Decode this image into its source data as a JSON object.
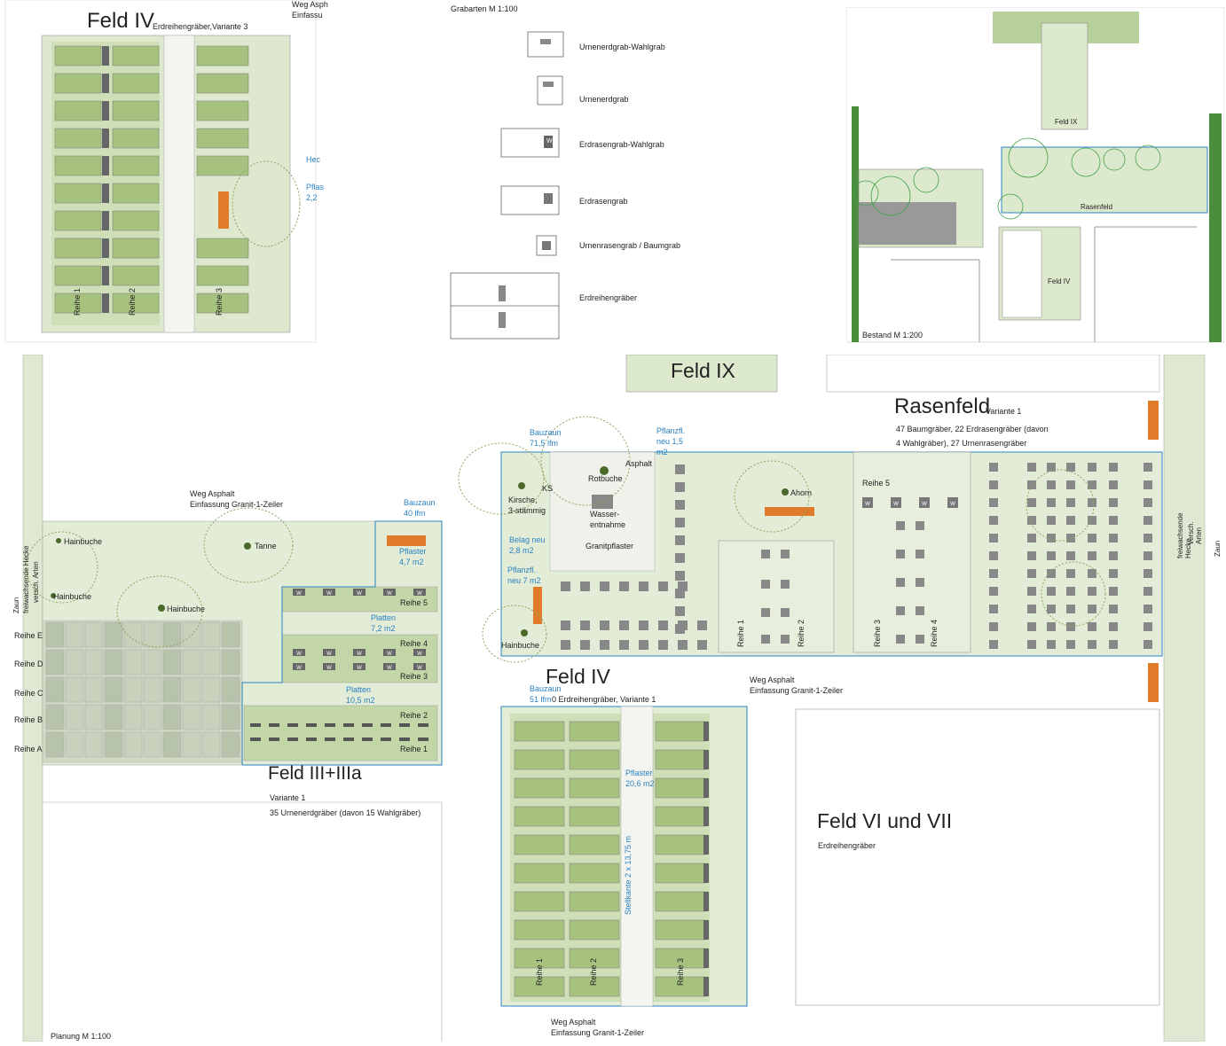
{
  "top_left": {
    "title": "Feld IV",
    "subtitle": "Erdreihengräber,Variante 3",
    "weg": "Weg Asph",
    "einfassung": "Einfassu",
    "hec": "Hec",
    "pfla": "Pflas",
    "pfla_val": "2,2",
    "rows": [
      "Reihe 1",
      "Reihe 2",
      "Reihe 3"
    ]
  },
  "top_middle": {
    "title": "Grabarten M 1:100",
    "items": [
      "Urnenerdgrab-Wahlgrab",
      "Urnenerdgrab",
      "Erdrasengrab-Wahlgrab",
      "Erdrasengrab",
      "Urnenrasengrab / Baumgrab",
      "Erdreihengräber"
    ],
    "w_mark": "W"
  },
  "top_right": {
    "feld_ix": "Feld IX",
    "rasenfeld": "Rasenfeld",
    "feld_iv": "Feld IV",
    "caption": "Bestand M 1:200"
  },
  "plan": {
    "feld_ix": "Feld IX",
    "rasenfeld": {
      "title": "Rasenfeld",
      "variante": "Variante 1",
      "desc1": "47 Baumgräber, 22 Erdrasengräber (davon",
      "desc2": "4 Wahlgräber), 27 Urnenrasengräber",
      "reihe5": "Reihe 5",
      "rows": [
        "Reihe 1",
        "Reihe 2",
        "Reihe 3",
        "Reihe 4"
      ],
      "w": "W",
      "bauzaun": "Bauzaun",
      "bauzaun_val": "71,5 lfm",
      "pflanzfl": "Pflanzfl.",
      "pflanzfl_val1": "neu 1,5",
      "pflanzfl_val2": "m2",
      "asphalt": "Asphalt",
      "rotbuche": "Rotbuche",
      "ks": "KS",
      "kirsche1": "Kirsche,",
      "kirsche2": "3-stämmig",
      "wasser1": "Wasser-",
      "wasser2": "entnahme",
      "granit": "Granitpflaster",
      "belag1": "Belag neu",
      "belag2": "2,8 m2",
      "pflanzfl2_1": "Pflanzfl.",
      "pflanzfl2_2": "neu 7 m2",
      "hainbuche": "Hainbuche",
      "ahorn": "Ahorn"
    },
    "feld_iii": {
      "title": "Feld III+IIIa",
      "variante": "Variante 1",
      "desc": "35 Urnenerdgräber (davon 15 Wahlgräber)",
      "weg1": "Weg Asphalt",
      "weg2": "Einfassung Granit-1-Zeiler",
      "bauzaun": "Bauzaun",
      "bauzaun_val": "40 lfm",
      "pflaster": "Pflaster",
      "pflaster_val": "4,7 m2",
      "platten1": "Platten",
      "platten1_val": "7,2 m2",
      "platten2": "Platten",
      "platten2_val": "10,5 m2",
      "tanne": "Tanne",
      "hainbuche": "Hainbuche",
      "rows_right": [
        "Reihe 5",
        "Reihe 4",
        "Reihe 3",
        "Reihe 2",
        "Reihe 1"
      ],
      "rows_left": [
        "Reihe E",
        "Reihe D",
        "Reihe C",
        "Reihe B",
        "Reihe A"
      ],
      "zaun": "Zaun",
      "hecke1": "freiwachsende Hecke",
      "hecke2": "versch. Arten",
      "w": "W"
    },
    "feld_iv": {
      "title": "Feld IV",
      "desc": "30 Erdreihengräber, Variante 1",
      "bauzaun": "Bauzaun",
      "bauzaun_val": "51 lfm",
      "pflaster": "Pflaster",
      "pflaster_val": "20,6 m2",
      "stellkante": "Stellkante 2 x 13,75 m",
      "rows": [
        "Reihe 1",
        "Reihe 2",
        "Reihe 3"
      ],
      "weg1": "Weg Asphalt",
      "weg2": "Einfassung Granit-1-Zeiler"
    },
    "weg_mid1": "Weg Asphalt",
    "weg_mid2": "Einfassung Granit-1-Zeiler",
    "feld_vi": {
      "title": "Feld VI und VII",
      "desc": "Erdreihengräber"
    },
    "right_hecke1": "freiwachsende Hecke",
    "right_hecke2": "versch. Arten",
    "right_zaun": "Zaun",
    "caption": "Planung M 1:100"
  }
}
